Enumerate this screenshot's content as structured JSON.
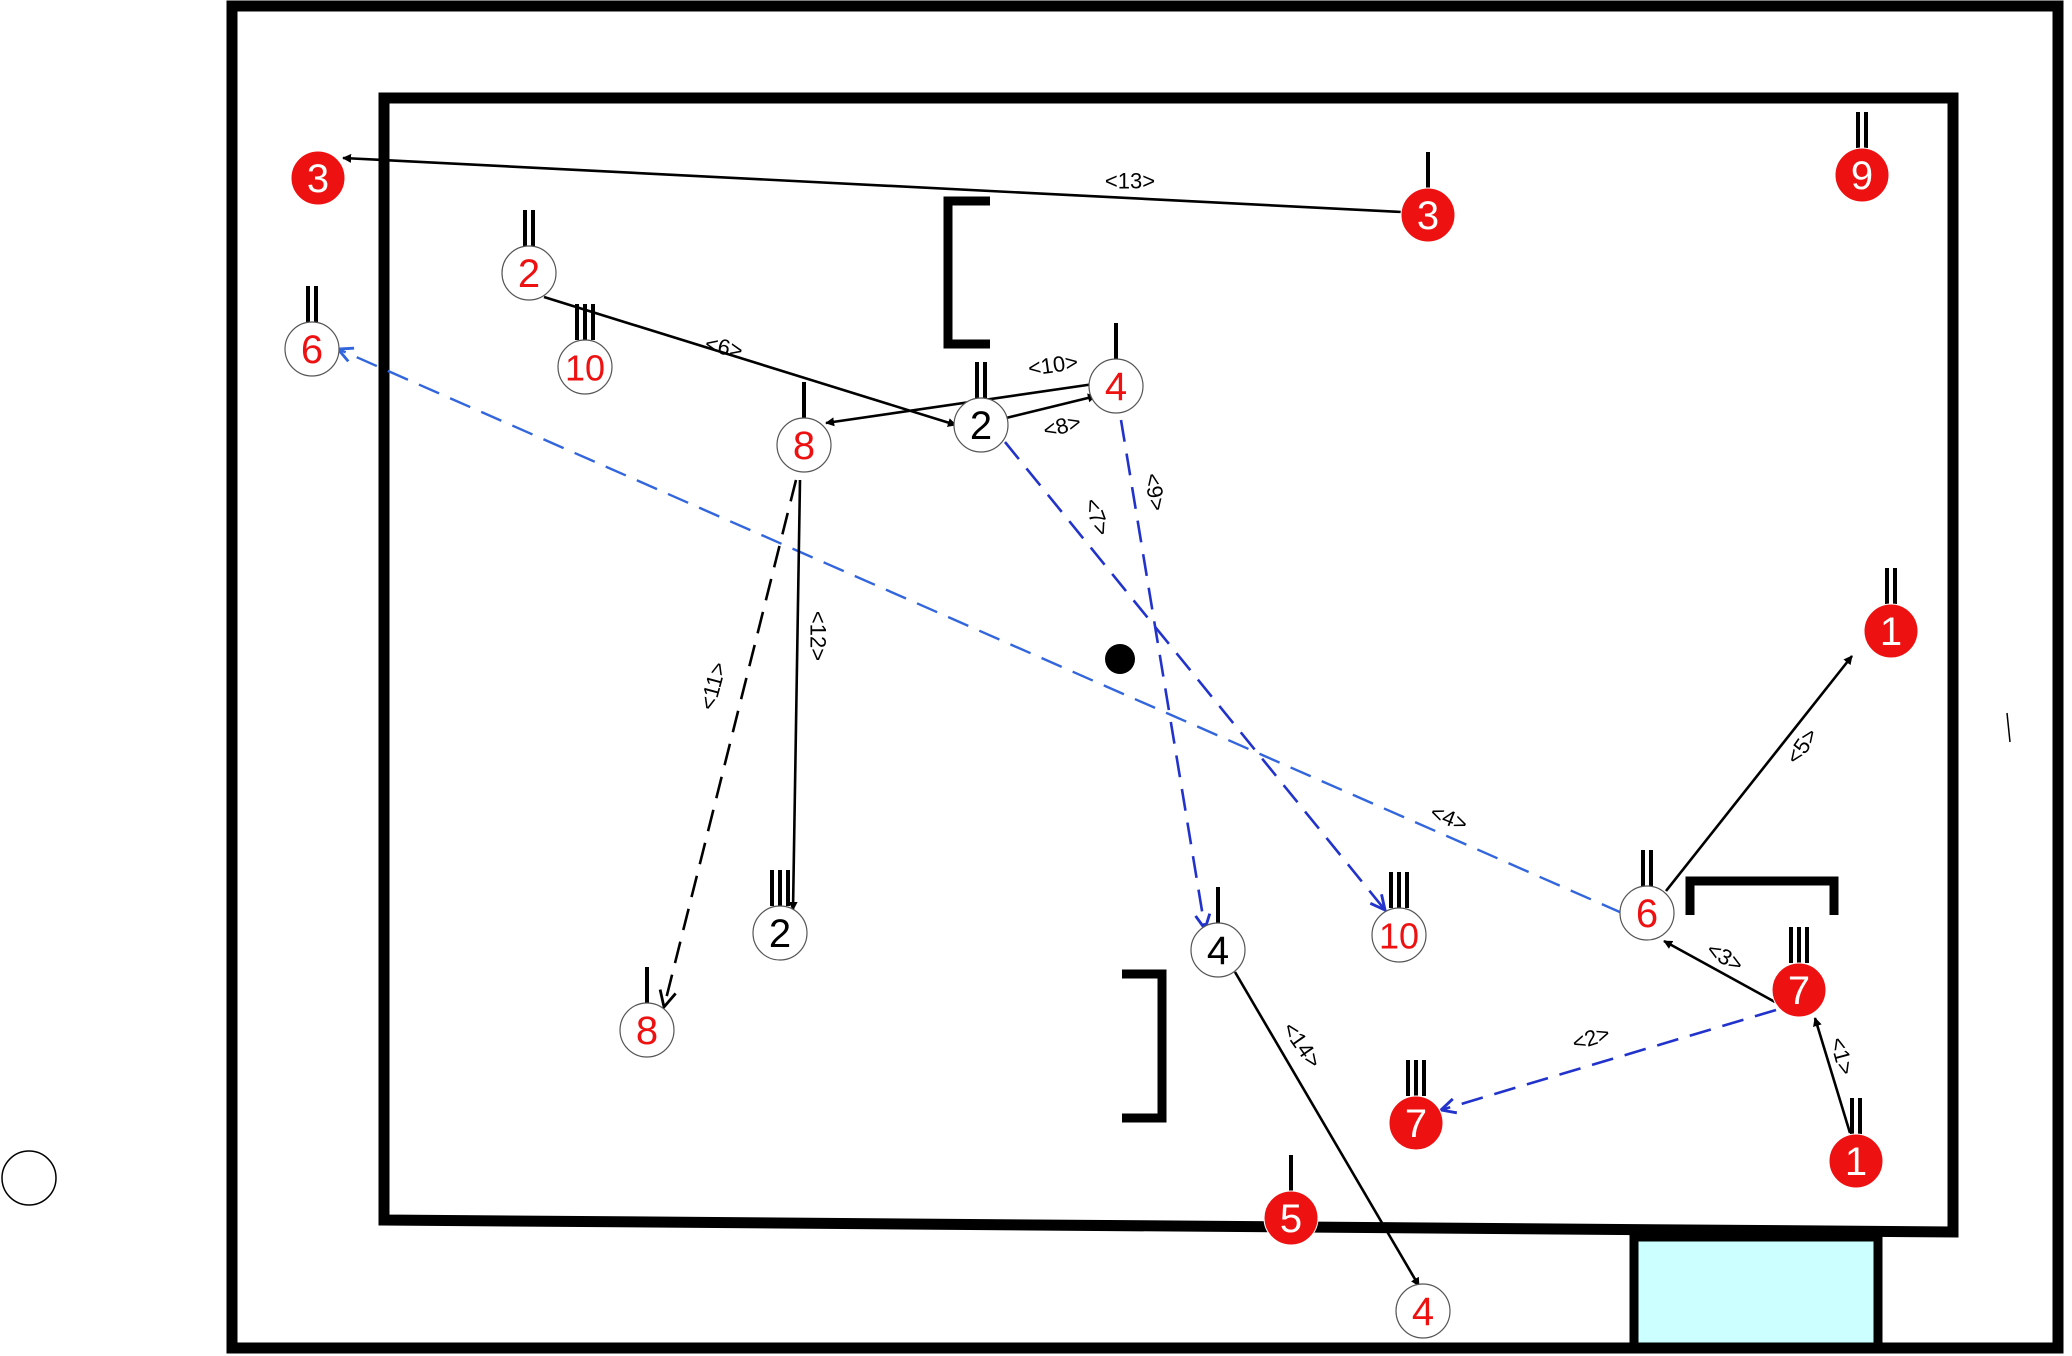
{
  "colors": {
    "solid_fill": "#ee1111",
    "outline_text": "#ee1111",
    "ink": "#000000",
    "blue_dashed": "#2a55dd",
    "goal_area": "#ccffff",
    "ball": "#000000"
  },
  "players": [
    {
      "id": "p3a",
      "label": "3",
      "style": "solid",
      "ticks": 0
    },
    {
      "id": "p3b",
      "label": "3",
      "style": "solid",
      "ticks": 1
    },
    {
      "id": "p9",
      "label": "9",
      "style": "solid",
      "ticks": 2
    },
    {
      "id": "p2r",
      "label": "2",
      "style": "outline-red",
      "ticks": 2
    },
    {
      "id": "p6a",
      "label": "6",
      "style": "outline-red",
      "ticks": 2
    },
    {
      "id": "p10a",
      "label": "10",
      "style": "outline-red",
      "ticks": 3
    },
    {
      "id": "p4r",
      "label": "4",
      "style": "outline-red",
      "ticks": 1
    },
    {
      "id": "p2a",
      "label": "2",
      "style": "outline-black",
      "ticks": 2
    },
    {
      "id": "p8a",
      "label": "8",
      "style": "outline-red",
      "ticks": 1
    },
    {
      "id": "p1a",
      "label": "1",
      "style": "solid",
      "ticks": 2
    },
    {
      "id": "p2b",
      "label": "2",
      "style": "outline-black",
      "ticks": 3
    },
    {
      "id": "p4b",
      "label": "4",
      "style": "outline-black",
      "ticks": 1
    },
    {
      "id": "p10b",
      "label": "10",
      "style": "outline-red",
      "ticks": 3
    },
    {
      "id": "p6b",
      "label": "6",
      "style": "outline-red",
      "ticks": 2
    },
    {
      "id": "p7a",
      "label": "7",
      "style": "solid",
      "ticks": 3
    },
    {
      "id": "p8b",
      "label": "8",
      "style": "outline-red",
      "ticks": 1
    },
    {
      "id": "p7b",
      "label": "7",
      "style": "solid",
      "ticks": 3
    },
    {
      "id": "p1b",
      "label": "1",
      "style": "solid",
      "ticks": 2
    },
    {
      "id": "p5",
      "label": "5",
      "style": "solid",
      "ticks": 1
    },
    {
      "id": "p4c",
      "label": "4",
      "style": "outline-red",
      "ticks": 0
    }
  ],
  "arrows": [
    {
      "label": "<1>",
      "style": "solid",
      "from": "p1b",
      "to": "p7a"
    },
    {
      "label": "<2>",
      "style": "dashed-blue",
      "from": "p7a",
      "to": "p7b"
    },
    {
      "label": "<3>",
      "style": "solid",
      "from": "p7a",
      "to": "p6b"
    },
    {
      "label": "<4>",
      "style": "dashed-blue-light",
      "from": "p6b",
      "to": "p6a"
    },
    {
      "label": "<5>",
      "style": "solid",
      "from": "p6b",
      "to": "p1a"
    },
    {
      "label": "<6>",
      "style": "solid",
      "from": "p2r",
      "to": "p2a"
    },
    {
      "label": "<7>",
      "style": "dashed-blue",
      "from": "p2a",
      "to": "p10b"
    },
    {
      "label": "<8>",
      "style": "solid",
      "from": "p2a",
      "to": "p4r"
    },
    {
      "label": "<9>",
      "style": "dashed-blue",
      "from": "p4r",
      "to": "p4b"
    },
    {
      "label": "<10>",
      "style": "solid",
      "from": "p4r",
      "to": "p8a"
    },
    {
      "label": "<11>",
      "style": "dashed-black",
      "from": "p8a",
      "to": "p8b"
    },
    {
      "label": "<12>",
      "style": "solid",
      "from": "p8a",
      "to": "p2b"
    },
    {
      "label": "<13>",
      "style": "solid",
      "from": "p3b",
      "to": "p3a"
    },
    {
      "label": "<14>",
      "style": "solid",
      "from": "p4b",
      "to": "p4c"
    }
  ]
}
